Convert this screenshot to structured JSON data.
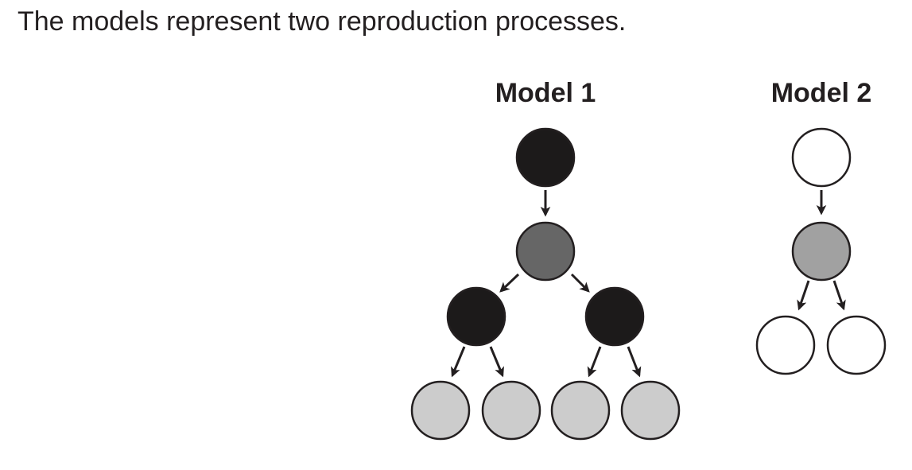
{
  "prompt": "The models represent two reproduction processes.",
  "colors": {
    "black": "#1c1a1a",
    "dark_gray": "#666666",
    "medium_gray": "#a1a1a1",
    "light_gray": "#cccccc",
    "white": "#ffffff",
    "stroke": "#231f20"
  },
  "models": [
    {
      "title": "Model 1",
      "generations": [
        {
          "cells": [
            "black"
          ]
        },
        {
          "cells": [
            "dark_gray"
          ]
        },
        {
          "cells": [
            "black",
            "black"
          ]
        },
        {
          "cells": [
            "light_gray",
            "light_gray",
            "light_gray",
            "light_gray"
          ]
        }
      ]
    },
    {
      "title": "Model 2",
      "generations": [
        {
          "cells": [
            "white"
          ]
        },
        {
          "cells": [
            "medium_gray"
          ]
        },
        {
          "cells": [
            "white",
            "white"
          ]
        }
      ]
    }
  ]
}
